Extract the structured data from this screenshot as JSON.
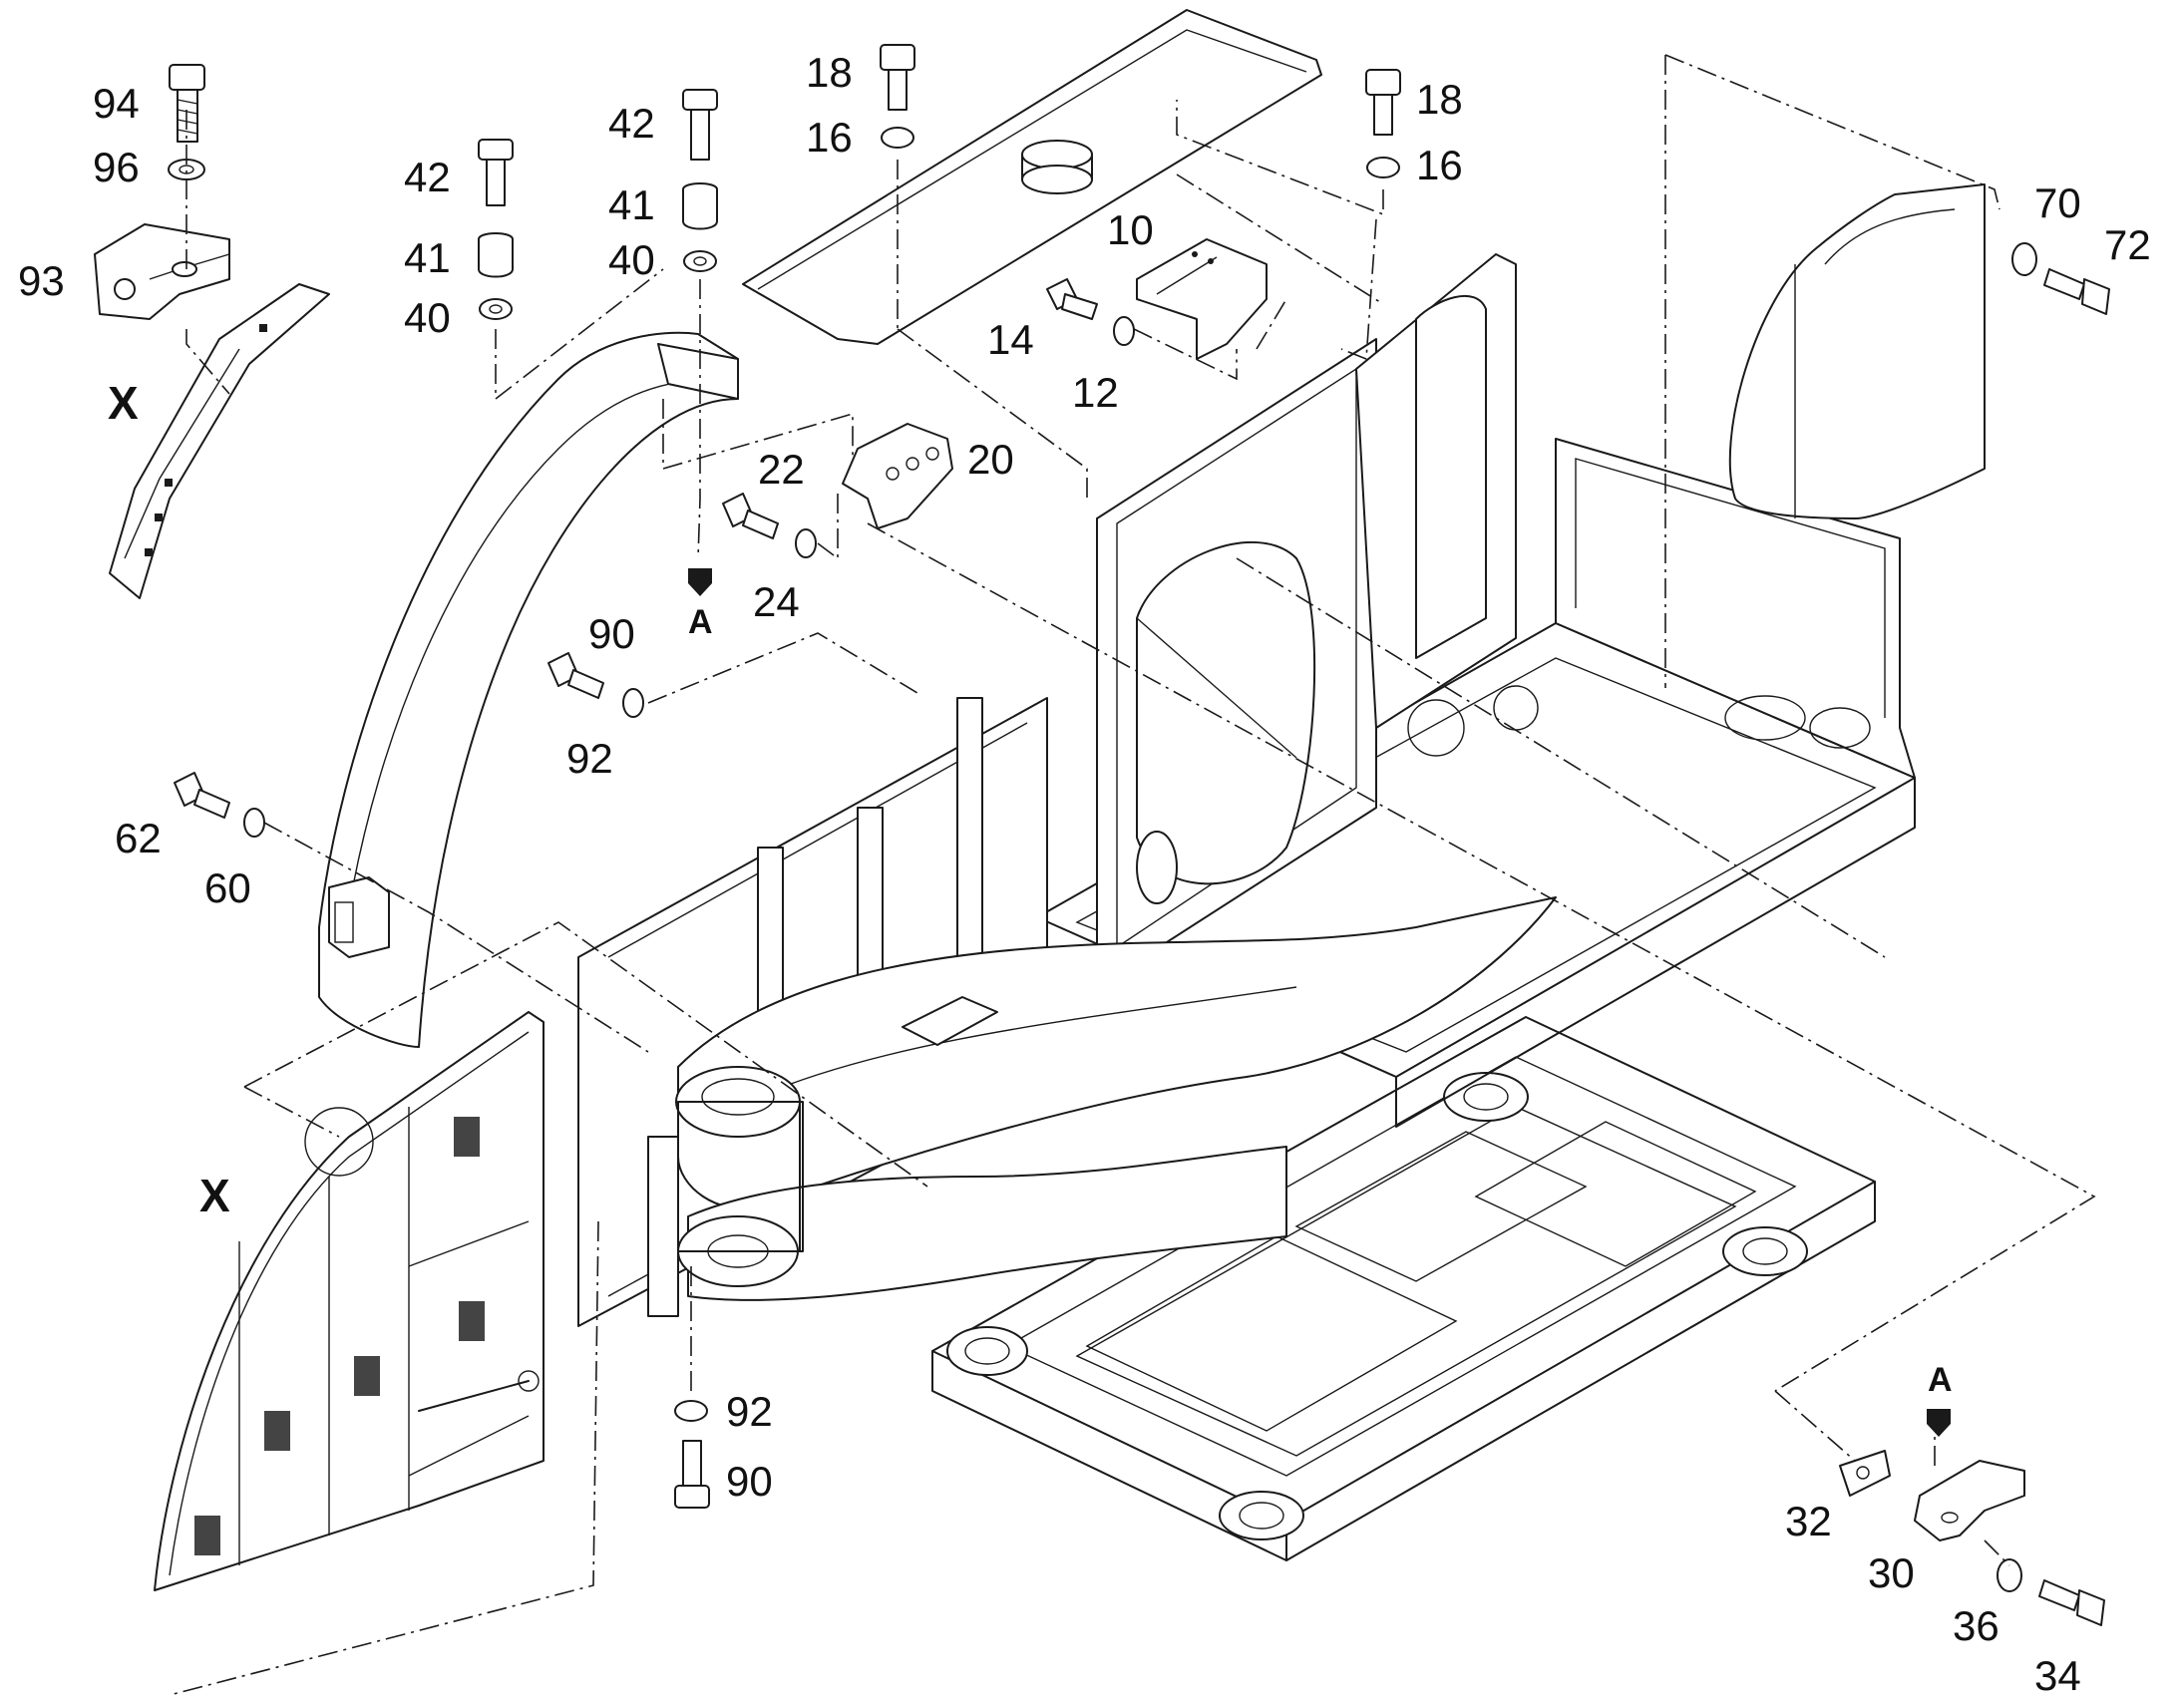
{
  "labels": {
    "p94": "94",
    "p96": "96",
    "p93": "93",
    "p42a": "42",
    "p41a": "41",
    "p40a": "40",
    "p42b": "42",
    "p41b": "41",
    "p40b": "40",
    "p18a": "18",
    "p16a": "16",
    "p18b": "18",
    "p16b": "16",
    "p70": "70",
    "p72": "72",
    "p10": "10",
    "p14": "14",
    "p12": "12",
    "p22": "22",
    "p20": "20",
    "p24": "24",
    "p90a": "90",
    "p92a": "92",
    "p62": "62",
    "p60": "60",
    "p92b": "92",
    "p90b": "90",
    "p32": "32",
    "p30": "30",
    "p36": "36",
    "p34": "34"
  },
  "markers": {
    "x_top": "X",
    "x_side": "X",
    "a_left": "A",
    "a_right": "A"
  }
}
